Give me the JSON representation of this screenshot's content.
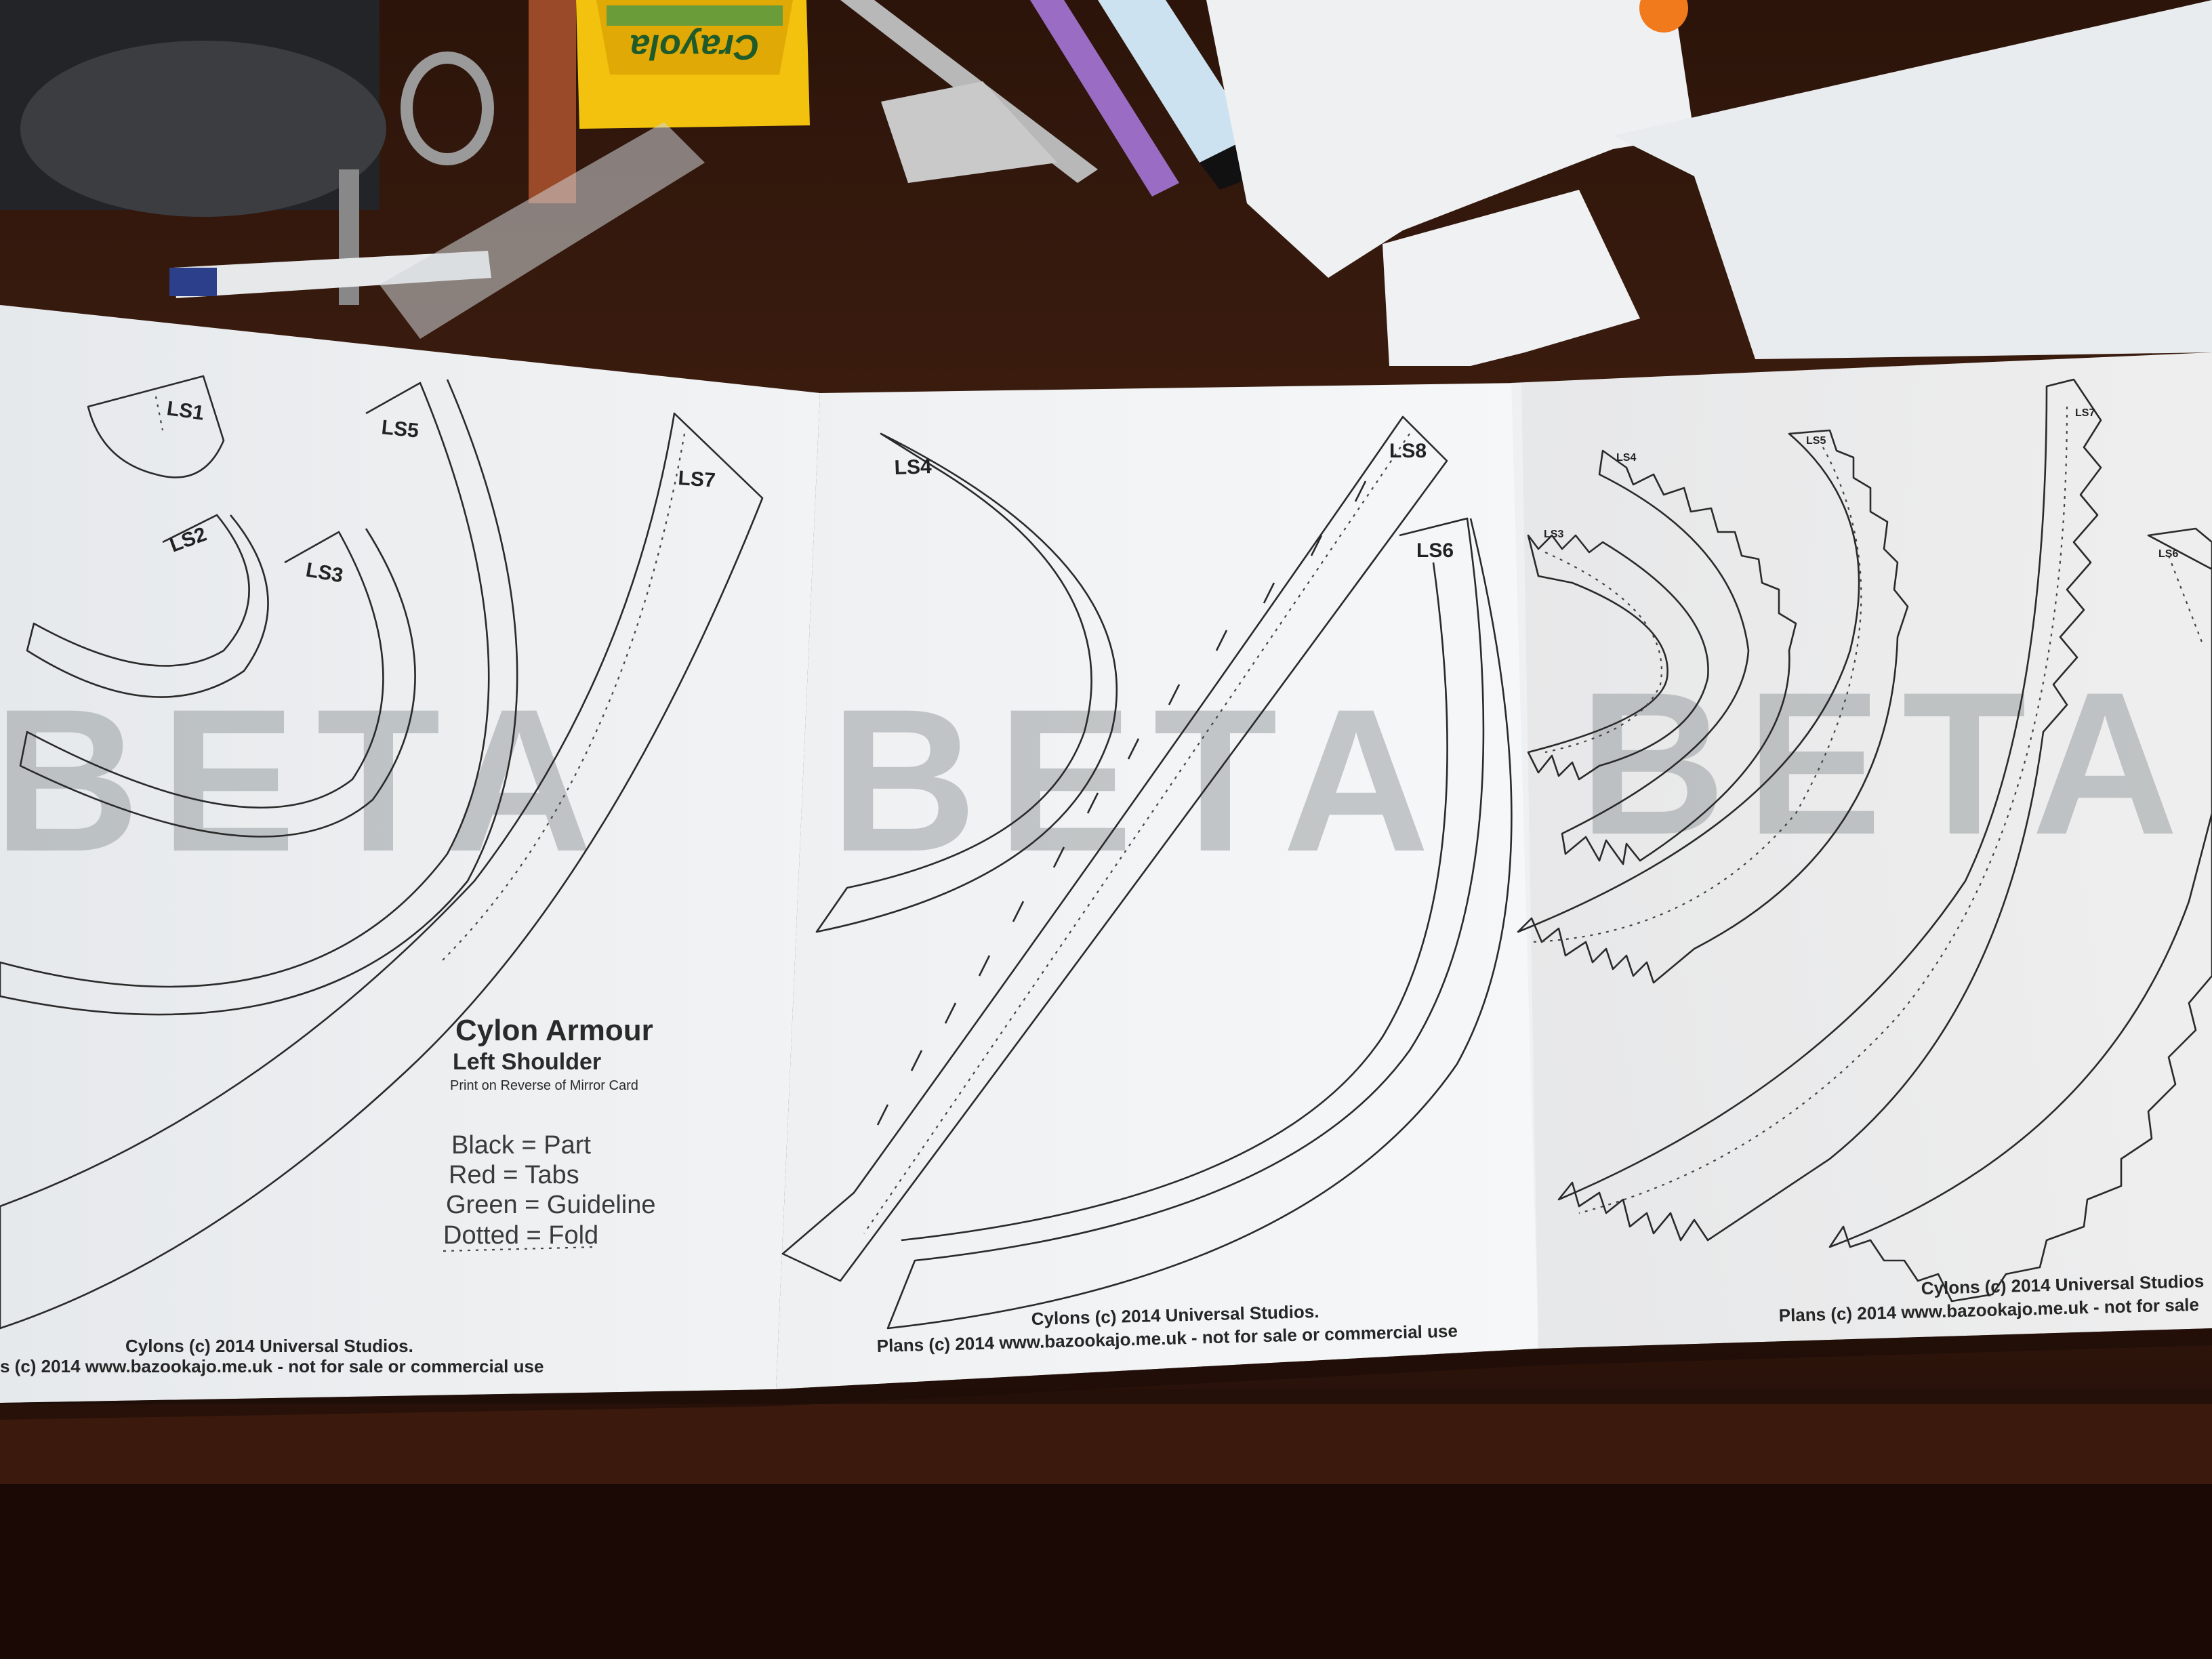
{
  "objects": {
    "crayon_box_brand": "Crayola"
  },
  "sheets": [
    {
      "part_labels": [
        "LS1",
        "LS2",
        "LS3",
        "LS5",
        "LS7"
      ],
      "watermark": "BETA",
      "title": "Cylon Armour",
      "subtitle": "Left Shoulder",
      "note": "Print on Reverse of Mirror Card",
      "legend": [
        "Black = Part",
        "Red = Tabs",
        "Green = Guideline",
        "Dotted = Fold"
      ],
      "copyright_1": "Cylons (c) 2014 Universal Studios.",
      "copyright_2": "s (c) 2014 www.bazookajo.me.uk - not for sale or commercial use"
    },
    {
      "part_labels": [
        "LS4",
        "LS8",
        "LS6"
      ],
      "watermark": "BETA",
      "copyright_1": "Cylons (c) 2014 Universal Studios.",
      "copyright_2": "Plans (c) 2014 www.bazookajo.me.uk - not for sale or commercial use"
    },
    {
      "part_labels": [
        "LS3",
        "LS4",
        "LS5",
        "LS7",
        "LS6"
      ],
      "watermark": "BETA",
      "copyright_1": "Cylons (c) 2014 Universal Studios",
      "copyright_2": "Plans (c) 2014 www.bazookajo.me.uk - not for sale"
    }
  ],
  "colors": {
    "desk": "#3a1c10",
    "paper": "#eceef0",
    "ink": "#2a2a2a",
    "crayon_box": "#f2c20e"
  }
}
